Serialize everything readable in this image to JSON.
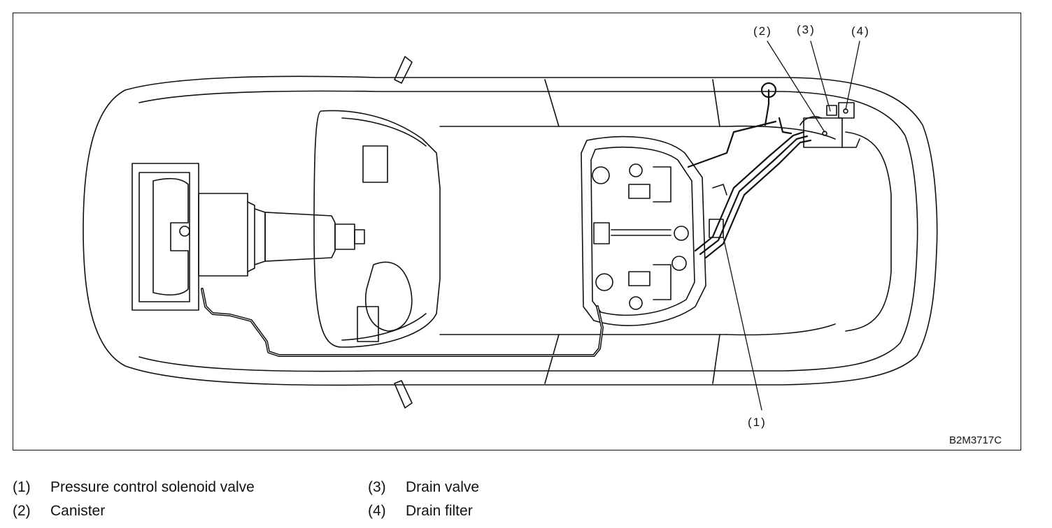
{
  "diagram": {
    "callouts": [
      {
        "num": "(1)"
      },
      {
        "num": "(2)"
      },
      {
        "num": "(3)"
      },
      {
        "num": "(4)"
      }
    ],
    "figure_code": "B2M3717C"
  },
  "legend": [
    {
      "num": "(1)",
      "label": "Pressure control solenoid valve"
    },
    {
      "num": "(2)",
      "label": "Canister"
    },
    {
      "num": "(3)",
      "label": "Drain valve"
    },
    {
      "num": "(4)",
      "label": "Drain filter"
    }
  ]
}
